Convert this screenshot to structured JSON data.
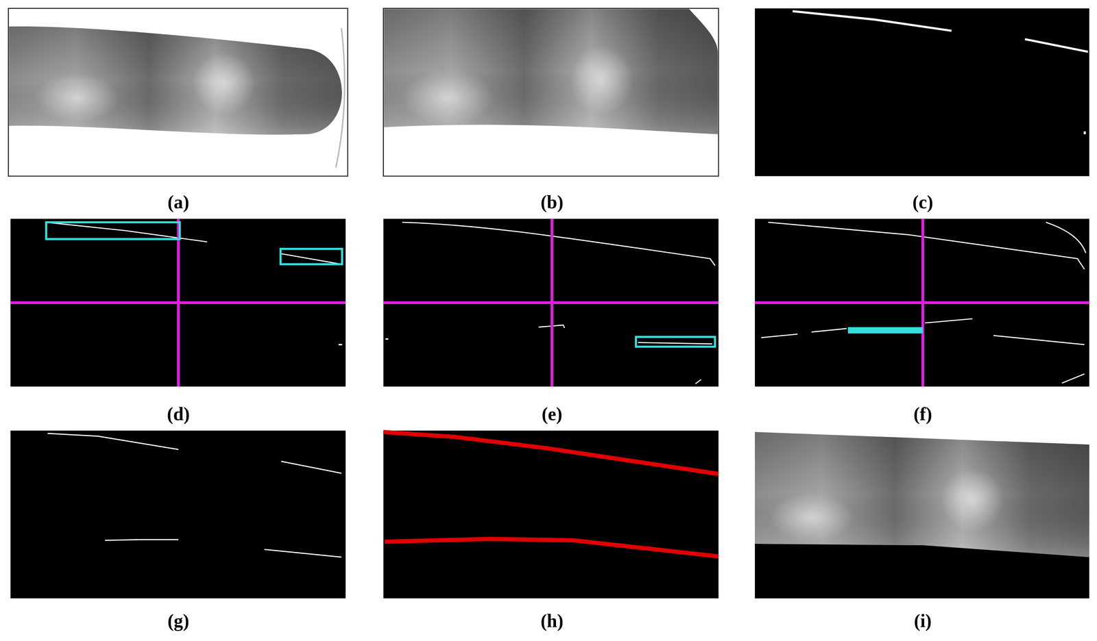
{
  "diagram": {
    "labels": [
      "(a)",
      "(b)",
      "(c)",
      "(d)",
      "(e)",
      "(f)",
      "(g)",
      "(h)",
      "(i)"
    ]
  }
}
